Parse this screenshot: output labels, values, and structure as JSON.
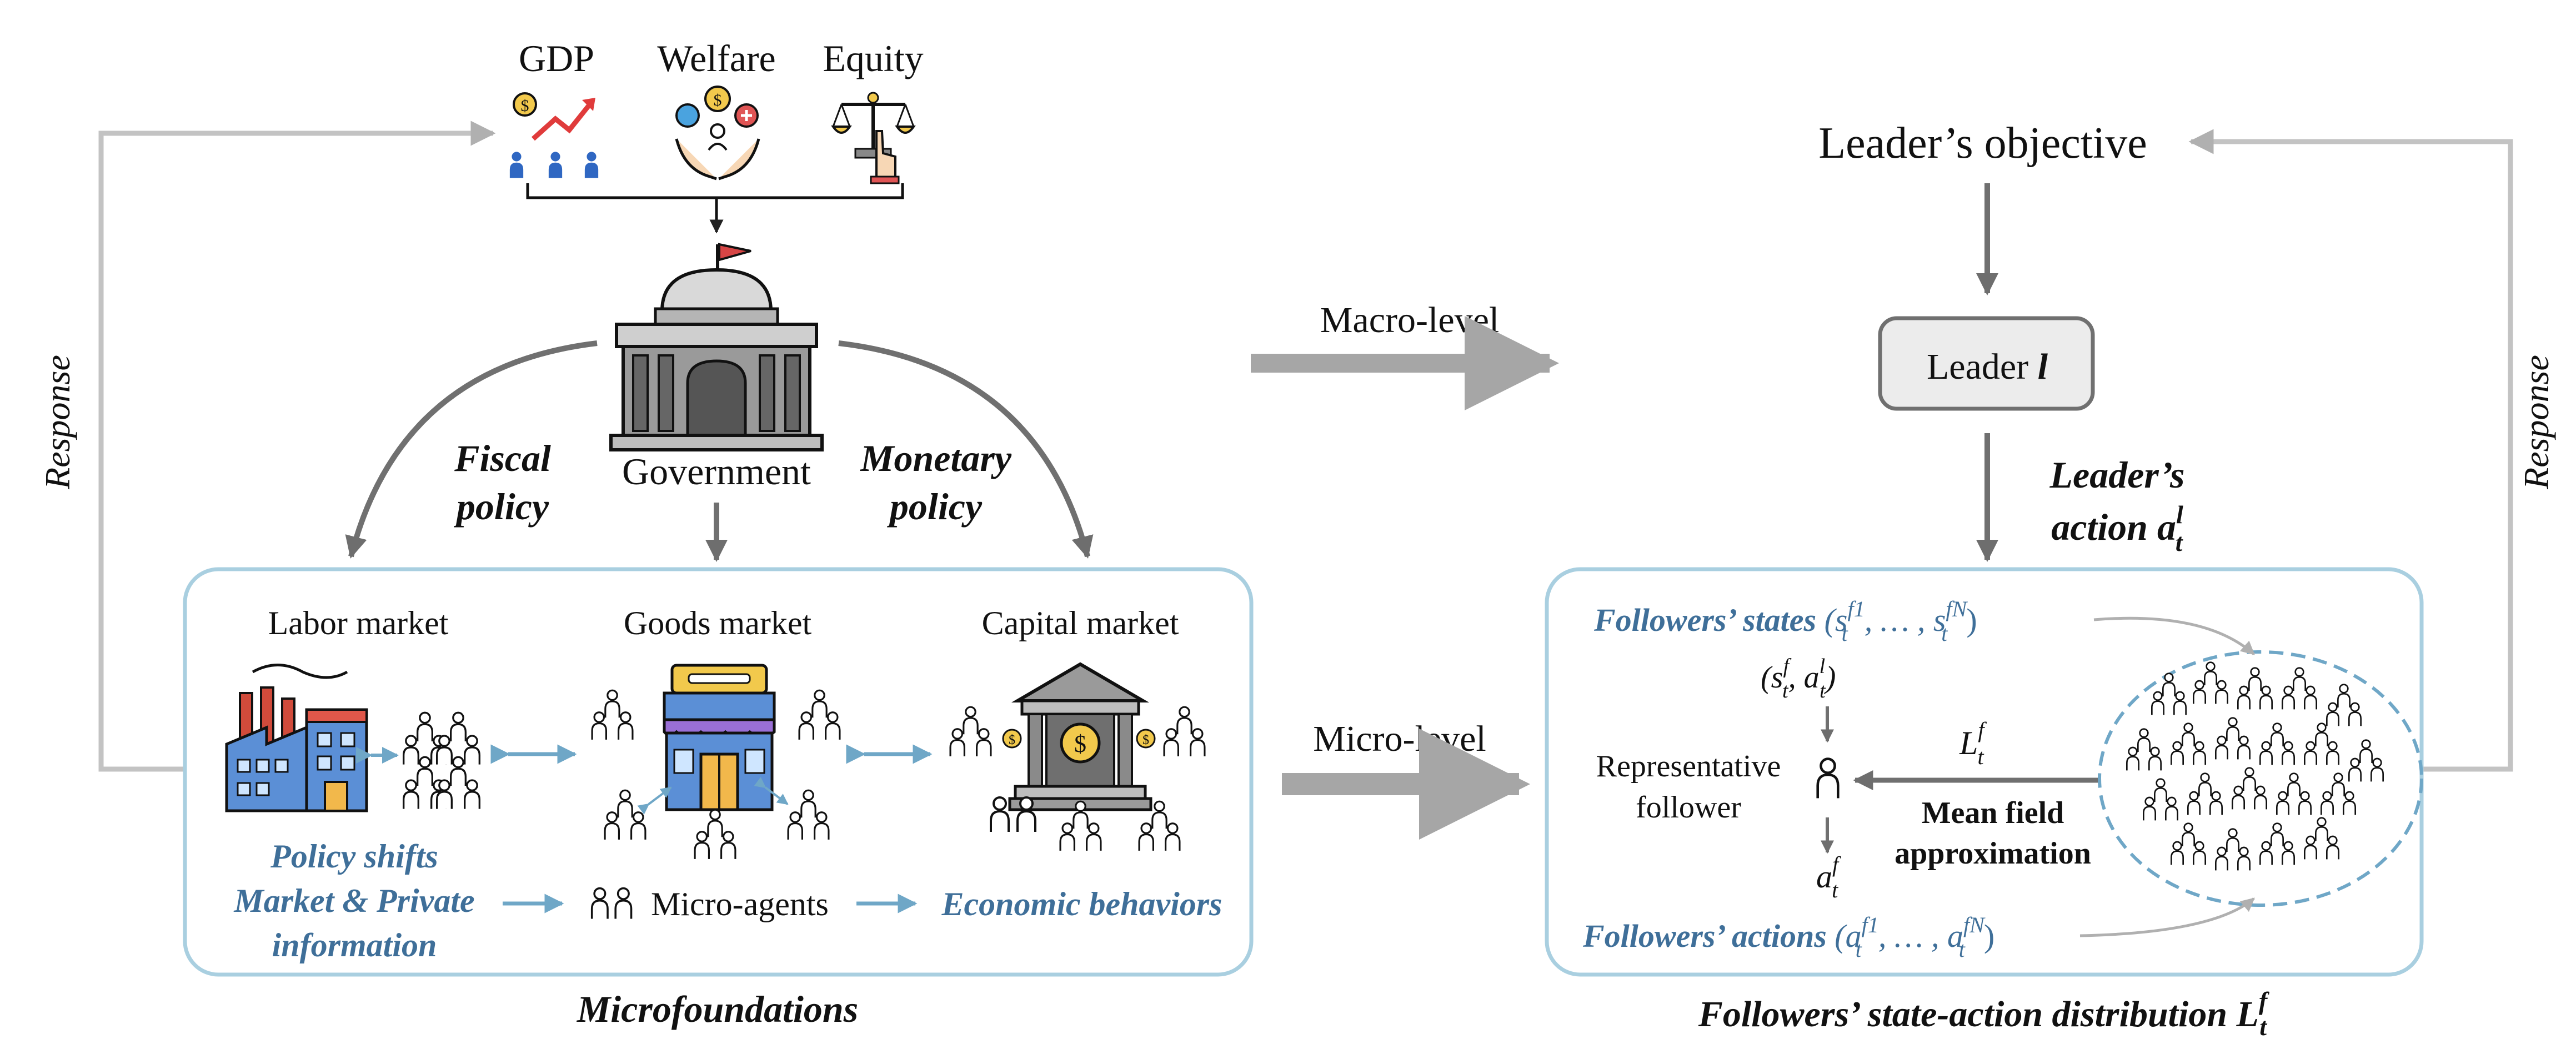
{
  "objectives": {
    "gdp": "GDP",
    "welfare": "Welfare",
    "equity": "Equity"
  },
  "government": {
    "label": "Government",
    "fiscal_line1": "Fiscal",
    "fiscal_line2": "policy",
    "monetary_line1": "Monetary",
    "monetary_line2": "policy"
  },
  "side_labels": {
    "left_response": "Response",
    "right_response": "Response"
  },
  "levels": {
    "macro": "Macro-level",
    "micro": "Micro-level"
  },
  "markets": {
    "labor": "Labor market",
    "goods": "Goods market",
    "capital": "Capital market"
  },
  "micro": {
    "policy_shifts": "Policy shifts",
    "market_private_1": "Market & Private",
    "market_private_2": "information",
    "micro_agents": "Micro-agents",
    "economic_behaviors": "Economic behaviors",
    "caption": "Microfoundations"
  },
  "leader": {
    "objective": "Leader’s objective",
    "box_label": "Leader",
    "box_symbol": "l",
    "action_line1": "Leader’s",
    "action_line2": "action",
    "action_symbol": "a",
    "action_sup": "l",
    "action_sub": "t"
  },
  "followers": {
    "states_label": "Followers’ states",
    "states_math": "(s",
    "states_sup1": "f1",
    "states_mid": ", … , s",
    "states_supN": "fN",
    "states_close": ")",
    "pair_open": "(s",
    "pair_mid": ", a",
    "pair_close": ")",
    "sup_f": "f",
    "sup_l": "l",
    "sub_t": "t",
    "representative_1": "Representative",
    "representative_2": "follower",
    "L_symbol": "L",
    "mean_field_1": "Mean field",
    "mean_field_2": "approximation",
    "action_symbol": "a",
    "actions_label": "Followers’ actions",
    "actions_math": "(a",
    "actions_mid": ", … , a",
    "caption": "Followers’ state-action distribution",
    "caption_symbol": "L"
  },
  "colors": {
    "accent_blue": "#3f6f99",
    "box_border": "#a9cfe0",
    "arrow_gray": "#a6a6a6",
    "dark_arrow": "#707070",
    "feedback_gray": "#c3c3c3"
  }
}
